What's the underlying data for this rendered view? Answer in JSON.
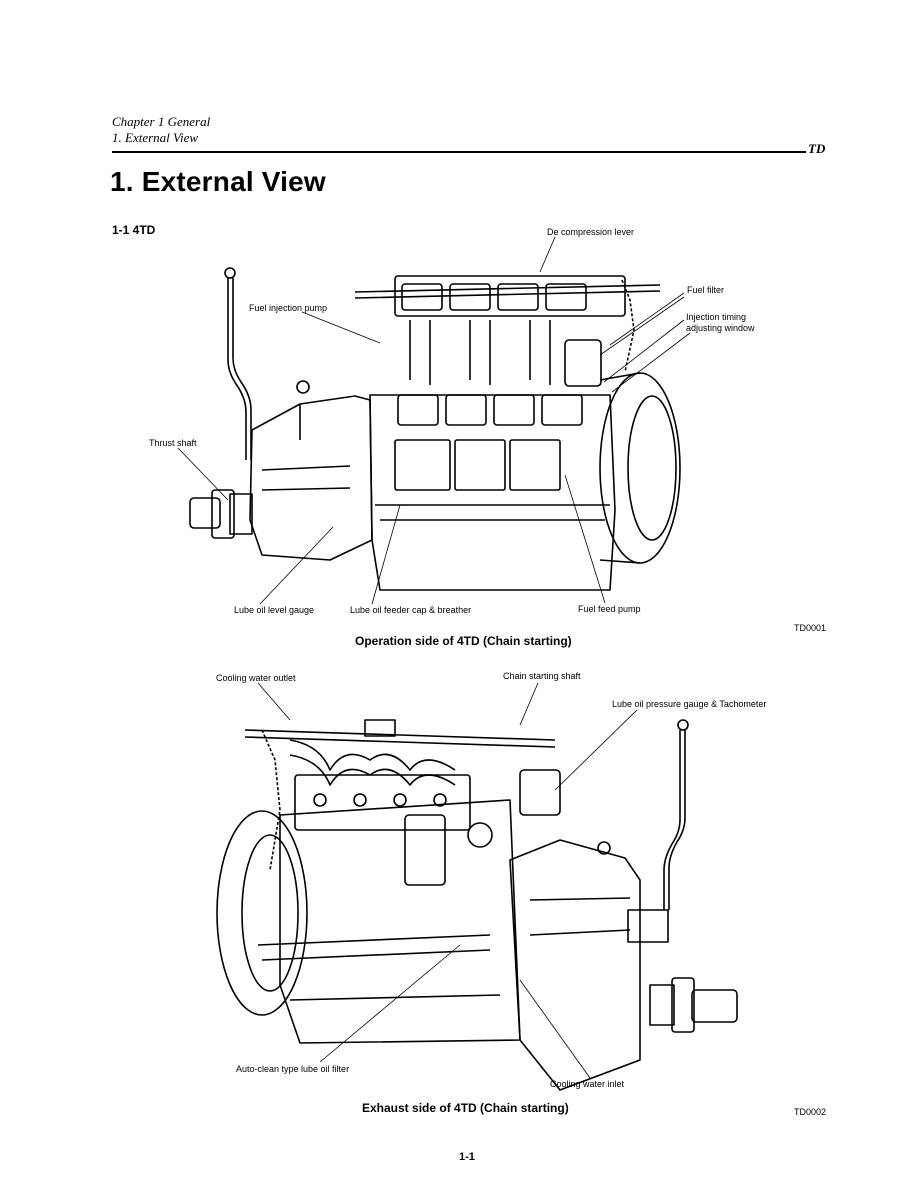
{
  "header": {
    "chapter": "Chapter 1 General",
    "section": "1. External View",
    "model_tag": "TD"
  },
  "title": "1. External View",
  "section_heading": "1-1  4TD",
  "figure1": {
    "labels": {
      "decompression_lever": "De compression lever",
      "fuel_filter": "Fuel filter",
      "fuel_injection_pump": "Fuel injection pump",
      "injection_timing_line1": "Injection timing",
      "injection_timing_line2": "adjusting window",
      "thrust_shaft": "Thrust shaft",
      "lube_oil_level_gauge": "Lube oil level gauge",
      "lube_oil_feeder_cap": "Lube oil feeder cap & breather",
      "fuel_feed_pump": "Fuel feed pump"
    },
    "code": "TD0001",
    "caption": "Operation side of 4TD  (Chain starting)"
  },
  "figure2": {
    "labels": {
      "cooling_water_outlet": "Cooling water outlet",
      "chain_starting_shaft": "Chain starting shaft",
      "lube_oil_pressure_gauge": "Lube oil pressure gauge & Tachometer",
      "auto_clean_filter": "Auto-clean type lube oil filter",
      "cooling_water_inlet": "Cooling water inlet"
    },
    "caption": "Exhaust side of 4TD  (Chain starting)",
    "code": "TD0002"
  },
  "page_number": "1-1"
}
